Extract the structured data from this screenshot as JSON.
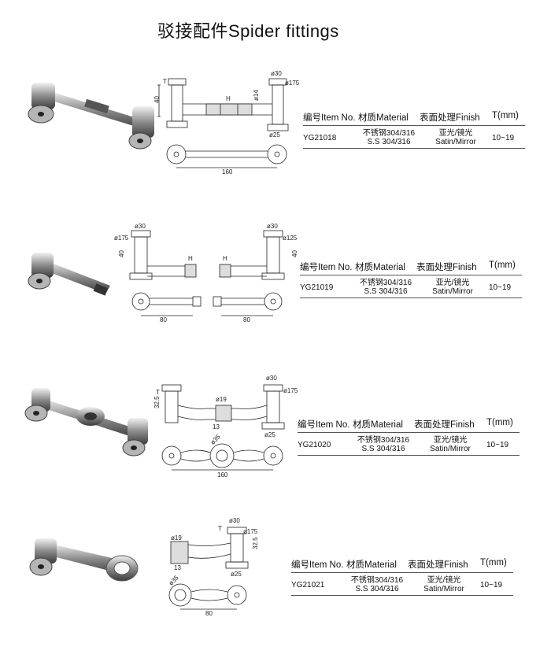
{
  "page_title": "驳接配件Spider fittings",
  "table_header": {
    "item": "编号Item No.",
    "material": "材质Material",
    "finish": "表面处理Finish",
    "thickness": "T(mm)"
  },
  "products": [
    {
      "item_no": "YG21018",
      "material_cn": "不锈钢304/316",
      "material_en": "S.S 304/316",
      "finish_cn": "亚光/镜光",
      "finish_en": "Satin/Mirror",
      "thickness": "10~19",
      "dims": {
        "d30": "ø30",
        "d175": "ø175",
        "h": "40",
        "t": "T",
        "h2": "H",
        "d14": "ø14",
        "d25": "ø25",
        "len": "160"
      }
    },
    {
      "item_no": "YG21019",
      "material_cn": "不锈钢304/316",
      "material_en": "S.S 304/316",
      "finish_cn": "亚光/镜光",
      "finish_en": "Satin/Mirror",
      "thickness": "10~19",
      "dims": {
        "d30": "ø30",
        "d175": "ø175",
        "d125": "ø125",
        "h": "40",
        "h2": "H",
        "len": "80"
      }
    },
    {
      "item_no": "YG21020",
      "material_cn": "不锈钢304/316",
      "material_en": "S.S 304/316",
      "finish_cn": "亚光/镜光",
      "finish_en": "Satin/Mirror",
      "thickness": "10~19",
      "dims": {
        "d30": "ø30",
        "d175": "ø175",
        "d19": "ø19",
        "d13": "13",
        "h": "32.5",
        "t": "T",
        "d25": "ø25",
        "d35": "ø35",
        "len": "160"
      }
    },
    {
      "item_no": "YG21021",
      "material_cn": "不锈钢304/316",
      "material_en": "S.S 304/316",
      "finish_cn": "亚光/镜光",
      "finish_en": "Satin/Mirror",
      "thickness": "10~19",
      "dims": {
        "d30": "ø30",
        "d175": "ø175",
        "d19": "ø19",
        "d13": "13",
        "t": "T",
        "h": "32.5",
        "d25": "ø25",
        "d35": "ø35",
        "len": "80"
      }
    }
  ]
}
